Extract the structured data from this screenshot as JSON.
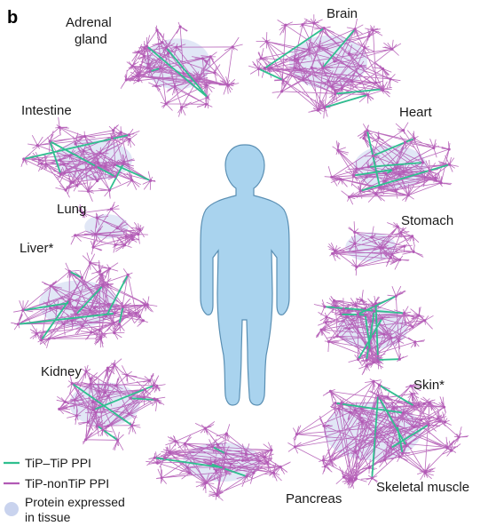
{
  "panel_label": "b",
  "colors": {
    "tip_tip": "#2fbf8f",
    "tip_nontip": "#b25ab5",
    "protein": "#c9d3ee",
    "body": "#a9d3ee",
    "body_stroke": "#5a8fb3"
  },
  "tissues": [
    {
      "id": "adrenal",
      "name": "Adrenal gland"
    },
    {
      "id": "brain",
      "name": "Brain"
    },
    {
      "id": "intestine",
      "name": "Intestine"
    },
    {
      "id": "heart",
      "name": "Heart"
    },
    {
      "id": "lung",
      "name": "Lung"
    },
    {
      "id": "stomach",
      "name": "Stomach"
    },
    {
      "id": "liver",
      "name": "Liver*"
    },
    {
      "id": "kidney",
      "name": "Kidney"
    },
    {
      "id": "skin",
      "name": "Skin*"
    },
    {
      "id": "pancreas",
      "name": "Pancreas"
    },
    {
      "id": "muscle",
      "name": "Skeletal muscle"
    }
  ],
  "legend": {
    "tip_tip": "TiP–TiP PPI",
    "tip_nontip": "TiP-nonTiP PPI",
    "protein_line1": "Protein expressed",
    "protein_line2": "in tissue"
  }
}
